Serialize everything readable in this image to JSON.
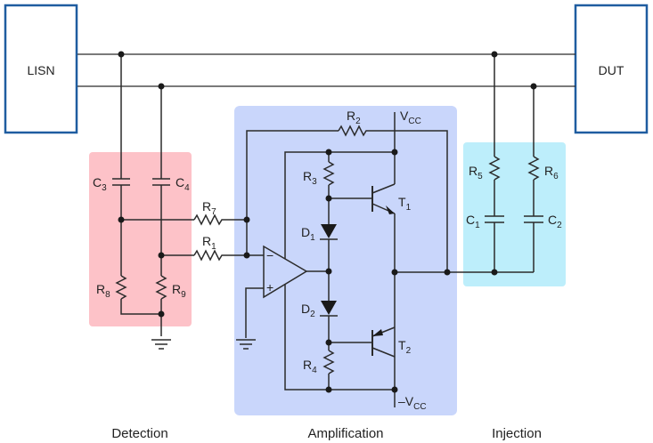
{
  "diagram": {
    "blocks": {
      "lisn": "LISN",
      "dut": "DUT"
    },
    "sections": [
      {
        "id": "detection",
        "label": "Detection",
        "color": "#fdc2c8"
      },
      {
        "id": "amplification",
        "label": "Amplification",
        "color": "#c9d6fb"
      },
      {
        "id": "injection",
        "label": "Injection",
        "color": "#bdeefb"
      }
    ],
    "components": {
      "C3": {
        "main": "C",
        "sub": "3"
      },
      "C4": {
        "main": "C",
        "sub": "4"
      },
      "R7": {
        "main": "R",
        "sub": "7"
      },
      "R1": {
        "main": "R",
        "sub": "1"
      },
      "R8": {
        "main": "R",
        "sub": "8"
      },
      "R9": {
        "main": "R",
        "sub": "9"
      },
      "R2": {
        "main": "R",
        "sub": "2"
      },
      "R3": {
        "main": "R",
        "sub": "3"
      },
      "R4": {
        "main": "R",
        "sub": "4"
      },
      "D1": {
        "main": "D",
        "sub": "1"
      },
      "D2": {
        "main": "D",
        "sub": "2"
      },
      "T1": {
        "main": "T",
        "sub": "1"
      },
      "T2": {
        "main": "T",
        "sub": "2"
      },
      "R5": {
        "main": "R",
        "sub": "5"
      },
      "R6": {
        "main": "R",
        "sub": "6"
      },
      "C1": {
        "main": "C",
        "sub": "1"
      },
      "C2": {
        "main": "C",
        "sub": "2"
      }
    },
    "supplies": {
      "vcc": {
        "main": "V",
        "sub": "CC"
      },
      "neg_vcc": {
        "main": "–V",
        "sub": "CC"
      }
    },
    "opamp": {
      "minus": "−",
      "plus": "+"
    },
    "colors": {
      "block_border": "#1f5da0",
      "wire": "#2b2b2b"
    }
  }
}
